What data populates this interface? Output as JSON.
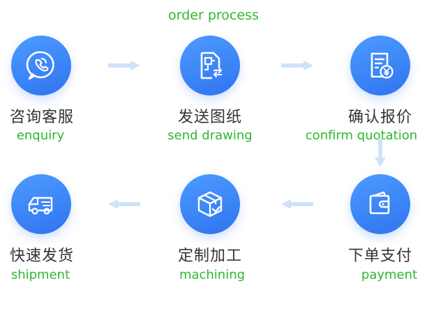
{
  "title": "order process",
  "colors": {
    "accent_green": "#2eb82e",
    "icon_blue": "#3a84f5",
    "arrow": "#cfe2fb"
  },
  "steps": [
    {
      "zh": "咨询客服",
      "en": "enquiry",
      "icon": "phone-chat-icon"
    },
    {
      "zh": "发送图纸",
      "en": "send drawing",
      "icon": "drawing-document-icon"
    },
    {
      "zh": "确认报价",
      "en": "confirm quotation",
      "icon": "quotation-yen-icon"
    },
    {
      "zh": "下单支付",
      "en": "payment",
      "icon": "wallet-icon"
    },
    {
      "zh": "定制加工",
      "en": "machining",
      "icon": "box-check-icon"
    },
    {
      "zh": "快速发货",
      "en": "shipment",
      "icon": "delivery-truck-icon"
    }
  ]
}
